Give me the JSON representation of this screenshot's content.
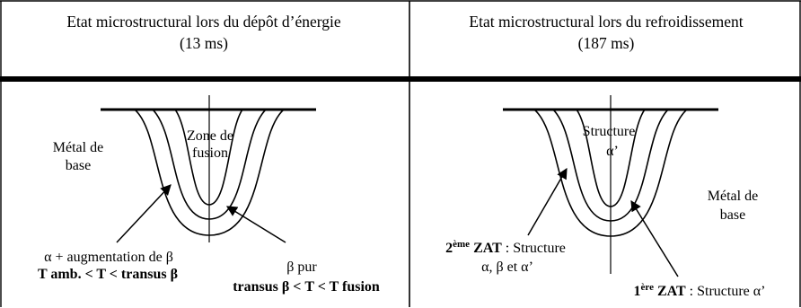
{
  "headers": {
    "left_line1": "Etat microstructural lors du dépôt d’énergie",
    "left_line2": "(13 ms)",
    "right_line1": "Etat microstructural lors du refroidissement",
    "right_line2": "(187 ms)"
  },
  "left_panel": {
    "fusion_zone_line1": "Zone de",
    "fusion_zone_line2": "fusion",
    "base_metal_line1": "Métal de",
    "base_metal_line2": "base",
    "haz_label_line1": "α + augmentation de β",
    "haz_label_line2": "T amb. < T < transus β",
    "pure_beta_line1": "β pur",
    "pure_beta_line2": "transus β < T < T fusion"
  },
  "right_panel": {
    "structure_line1": "Structure",
    "structure_line2": "α’",
    "base_metal_line1": "Métal de",
    "base_metal_line2": "base",
    "haz2_number": "2",
    "haz2_sup": "ème",
    "haz2_bold": " ZAT",
    "haz2_rest": " : Structure",
    "haz2_line2": "α, β et α’",
    "haz1_number": "1",
    "haz1_sup": "ère",
    "haz1_bold": " ZAT",
    "haz1_rest": " : Structure α’"
  }
}
